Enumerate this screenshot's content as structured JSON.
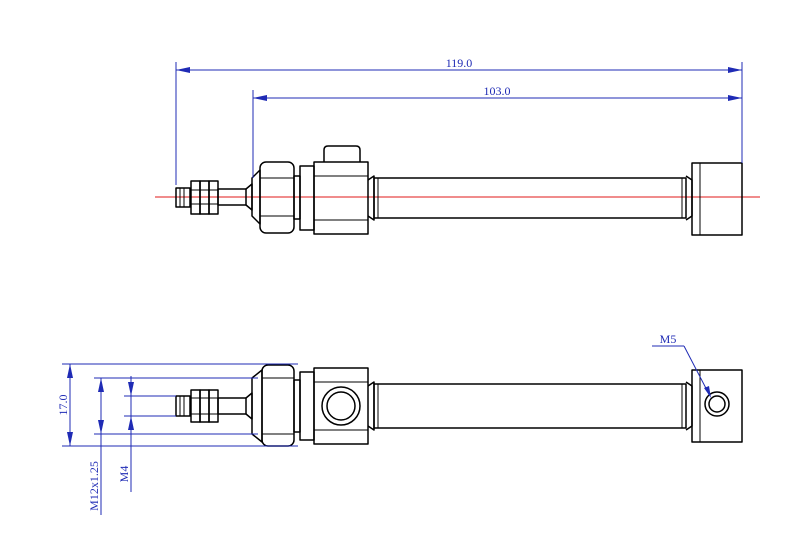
{
  "colors": {
    "dimension": "#1f2bb5",
    "centerline": "#e01a1a",
    "outline": "#000000",
    "background": "#ffffff"
  },
  "dimensions": {
    "overall_length": "119.0",
    "body_length": "103.0",
    "height": "17.0",
    "nose_thread": "M12x1.25",
    "rod_thread": "M4",
    "port_thread": "M5"
  }
}
